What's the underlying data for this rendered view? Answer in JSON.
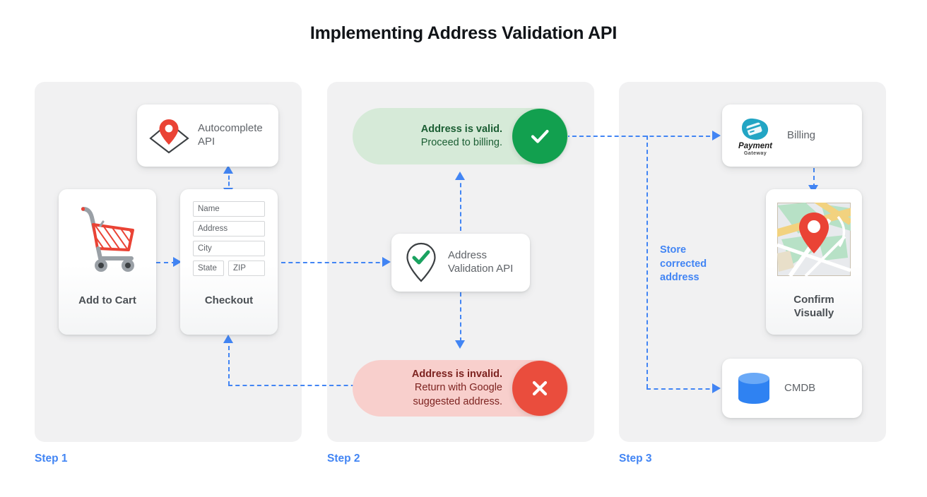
{
  "page": {
    "title": "Implementing Address Validation API",
    "accent_blue": "#4285f4",
    "panel_bg": "#f1f1f2",
    "green": "#12a04f",
    "red": "#ea4d3d"
  },
  "steps": [
    {
      "label": "Step 1"
    },
    {
      "label": "Step 2"
    },
    {
      "label": "Step 3"
    }
  ],
  "step1": {
    "autocomplete_card": {
      "label": "Autocomplete\nAPI",
      "icon": "map-pin-diamond-icon"
    },
    "cart_card": {
      "title": "Add to Cart",
      "icon": "shopping-cart-icon"
    },
    "checkout_card": {
      "title": "Checkout",
      "fields": [
        {
          "name": "name",
          "placeholder": "Name"
        },
        {
          "name": "address",
          "placeholder": "Address"
        },
        {
          "name": "city",
          "placeholder": "City"
        },
        {
          "name": "state",
          "placeholder": "State"
        },
        {
          "name": "zip",
          "placeholder": "ZIP"
        }
      ]
    }
  },
  "step2": {
    "valid_pill": {
      "line1": "Address is valid.",
      "line2": "Proceed to billing.",
      "badge_icon": "check-icon"
    },
    "validation_card": {
      "label": "Address\nValidation API",
      "icon": "pin-check-icon"
    },
    "invalid_pill": {
      "line1": "Address is invalid.",
      "line2": "Return with Google\nsuggested address.",
      "badge_icon": "close-x-icon"
    }
  },
  "step3": {
    "billing_card": {
      "label": "Billing",
      "logo_top": "Payment",
      "logo_bottom": "Gateway",
      "icon": "payment-gateway-icon"
    },
    "confirm_card": {
      "title": "Confirm\nVisually",
      "icon": "map-thumbnail-icon"
    },
    "cmdb_card": {
      "label": "CMDB",
      "icon": "database-icon"
    },
    "store_note": "Store\ncorrected\naddress"
  }
}
